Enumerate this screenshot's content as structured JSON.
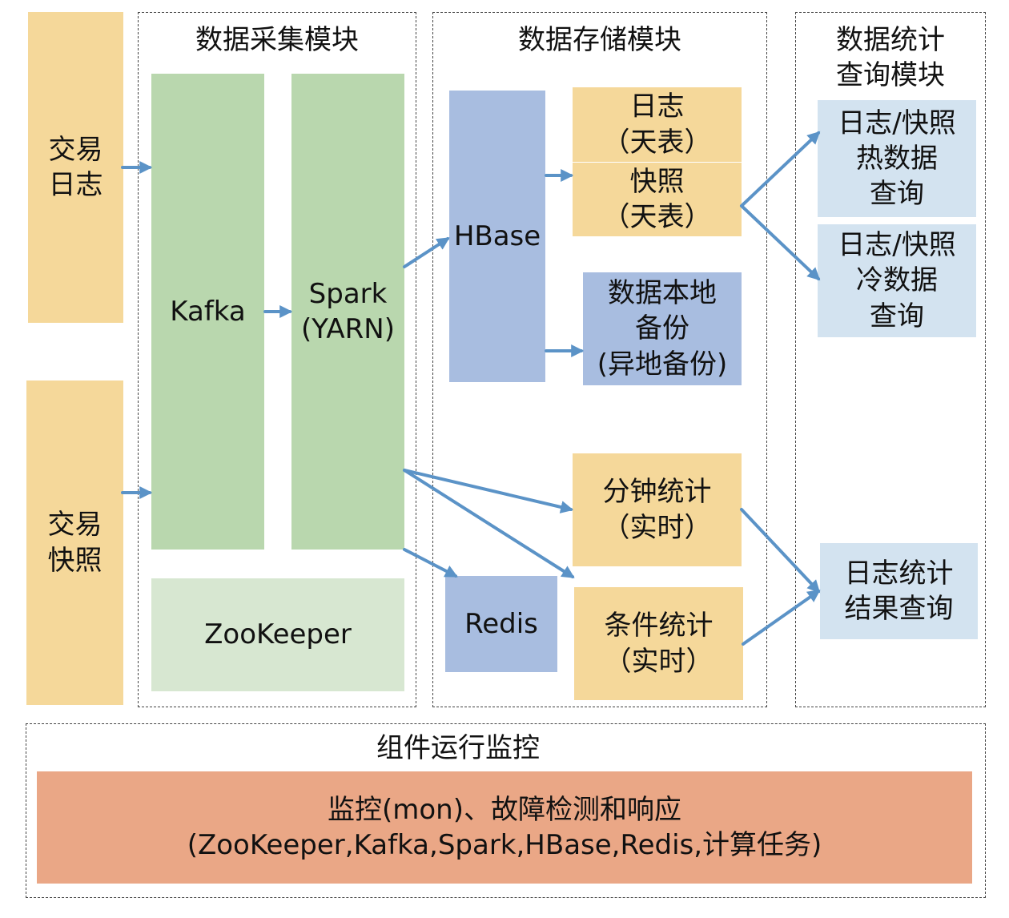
{
  "sources": {
    "trade_log": "交易\n日志",
    "trade_snapshot": "交易\n快照"
  },
  "collection_module": {
    "title": "数据采集模块",
    "kafka": "Kafka",
    "spark": "Spark\n(YARN)",
    "zookeeper": "ZooKeeper"
  },
  "storage_module": {
    "title": "数据存储模块",
    "hbase": "HBase",
    "log_table": "日志\n（天表）",
    "snapshot_table": "快照\n（天表）",
    "backup": "数据本地\n备份\n(异地备份)",
    "redis": "Redis",
    "minute_stats": "分钟统计\n（实时）",
    "condition_stats": "条件统计\n（实时）"
  },
  "query_module": {
    "title": "数据统计\n查询模块",
    "hot_query": "日志/快照\n热数据\n查询",
    "cold_query": "日志/快照\n冷数据\n查询",
    "stats_query": "日志统计\n结果查询"
  },
  "monitoring": {
    "title": "组件运行监控",
    "content": "监控(mon)、故障检测和响应\n(ZooKeeper,Kafka,Spark,HBase,Redis,计算任务)"
  },
  "colors": {
    "source": "#f5d89a",
    "compute": "#b9d7ae",
    "coordination": "#d7e7d1",
    "storage": "#a8bde0",
    "query": "#d3e3f0",
    "monitoring": "#eaa786",
    "arrow": "#5b93c7"
  }
}
